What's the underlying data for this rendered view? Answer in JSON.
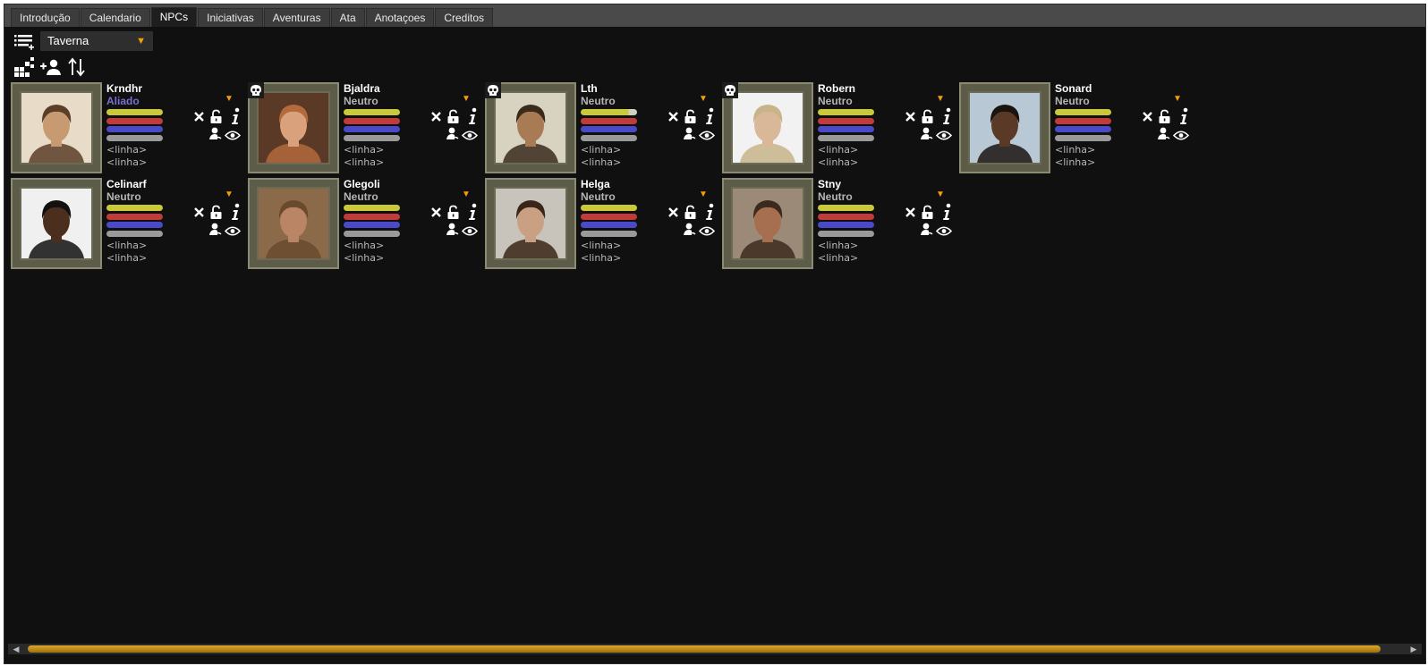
{
  "tabs": [
    {
      "label": "Introdução",
      "active": false
    },
    {
      "label": "Calendario",
      "active": false
    },
    {
      "label": "NPCs",
      "active": true
    },
    {
      "label": "Iniciativas",
      "active": false
    },
    {
      "label": "Aventuras",
      "active": false
    },
    {
      "label": "Ata",
      "active": false
    },
    {
      "label": "Anotaçoes",
      "active": false
    },
    {
      "label": "Creditos",
      "active": false
    }
  ],
  "toolbar": {
    "list_selected": "Taverna",
    "icons": [
      "add-list-icon",
      "grid-layout-icon",
      "add-person-icon",
      "sort-icon"
    ]
  },
  "colors": {
    "bar_yellow": "#c9c93a",
    "bar_red": "#c23b3b",
    "bar_blue": "#4a4ac8",
    "bar_gray": "#9a9a9a",
    "ally": "#7b6fd0",
    "neutral": "#b5b5b5",
    "accent": "#f5a000"
  },
  "npcs": [
    {
      "name": "Krndhr",
      "relation": "Aliado",
      "relation_color": "#7b6fd0",
      "dead": false,
      "line1": "<linha>",
      "line2": "<linha>",
      "hp_fraction": 1.0
    },
    {
      "name": "Bjaldra",
      "relation": "Neutro",
      "relation_color": "#b5b5b5",
      "dead": true,
      "line1": "<linha>",
      "line2": "<linha>",
      "hp_fraction": 1.0
    },
    {
      "name": "Lth",
      "relation": "Neutro",
      "relation_color": "#b5b5b5",
      "dead": true,
      "line1": "<linha>",
      "line2": "<linha>",
      "hp_fraction": 0.85
    },
    {
      "name": "Robern",
      "relation": "Neutro",
      "relation_color": "#b5b5b5",
      "dead": true,
      "line1": "<linha>",
      "line2": "<linha>",
      "hp_fraction": 1.0
    },
    {
      "name": "Sonard",
      "relation": "Neutro",
      "relation_color": "#b5b5b5",
      "dead": false,
      "line1": "<linha>",
      "line2": "<linha>",
      "hp_fraction": 1.0
    },
    {
      "name": "Celinarf",
      "relation": "Neutro",
      "relation_color": "#b5b5b5",
      "dead": false,
      "line1": "<linha>",
      "line2": "<linha>",
      "hp_fraction": 1.0
    },
    {
      "name": "Glegoli",
      "relation": "Neutro",
      "relation_color": "#b5b5b5",
      "dead": false,
      "line1": "<linha>",
      "line2": "<linha>",
      "hp_fraction": 1.0
    },
    {
      "name": "Helga",
      "relation": "Neutro",
      "relation_color": "#b5b5b5",
      "dead": false,
      "line1": "<linha>",
      "line2": "<linha>",
      "hp_fraction": 1.0
    },
    {
      "name": "Stny",
      "relation": "Neutro",
      "relation_color": "#b5b5b5",
      "dead": false,
      "line1": "<linha>",
      "line2": "<linha>",
      "hp_fraction": 1.0
    }
  ]
}
